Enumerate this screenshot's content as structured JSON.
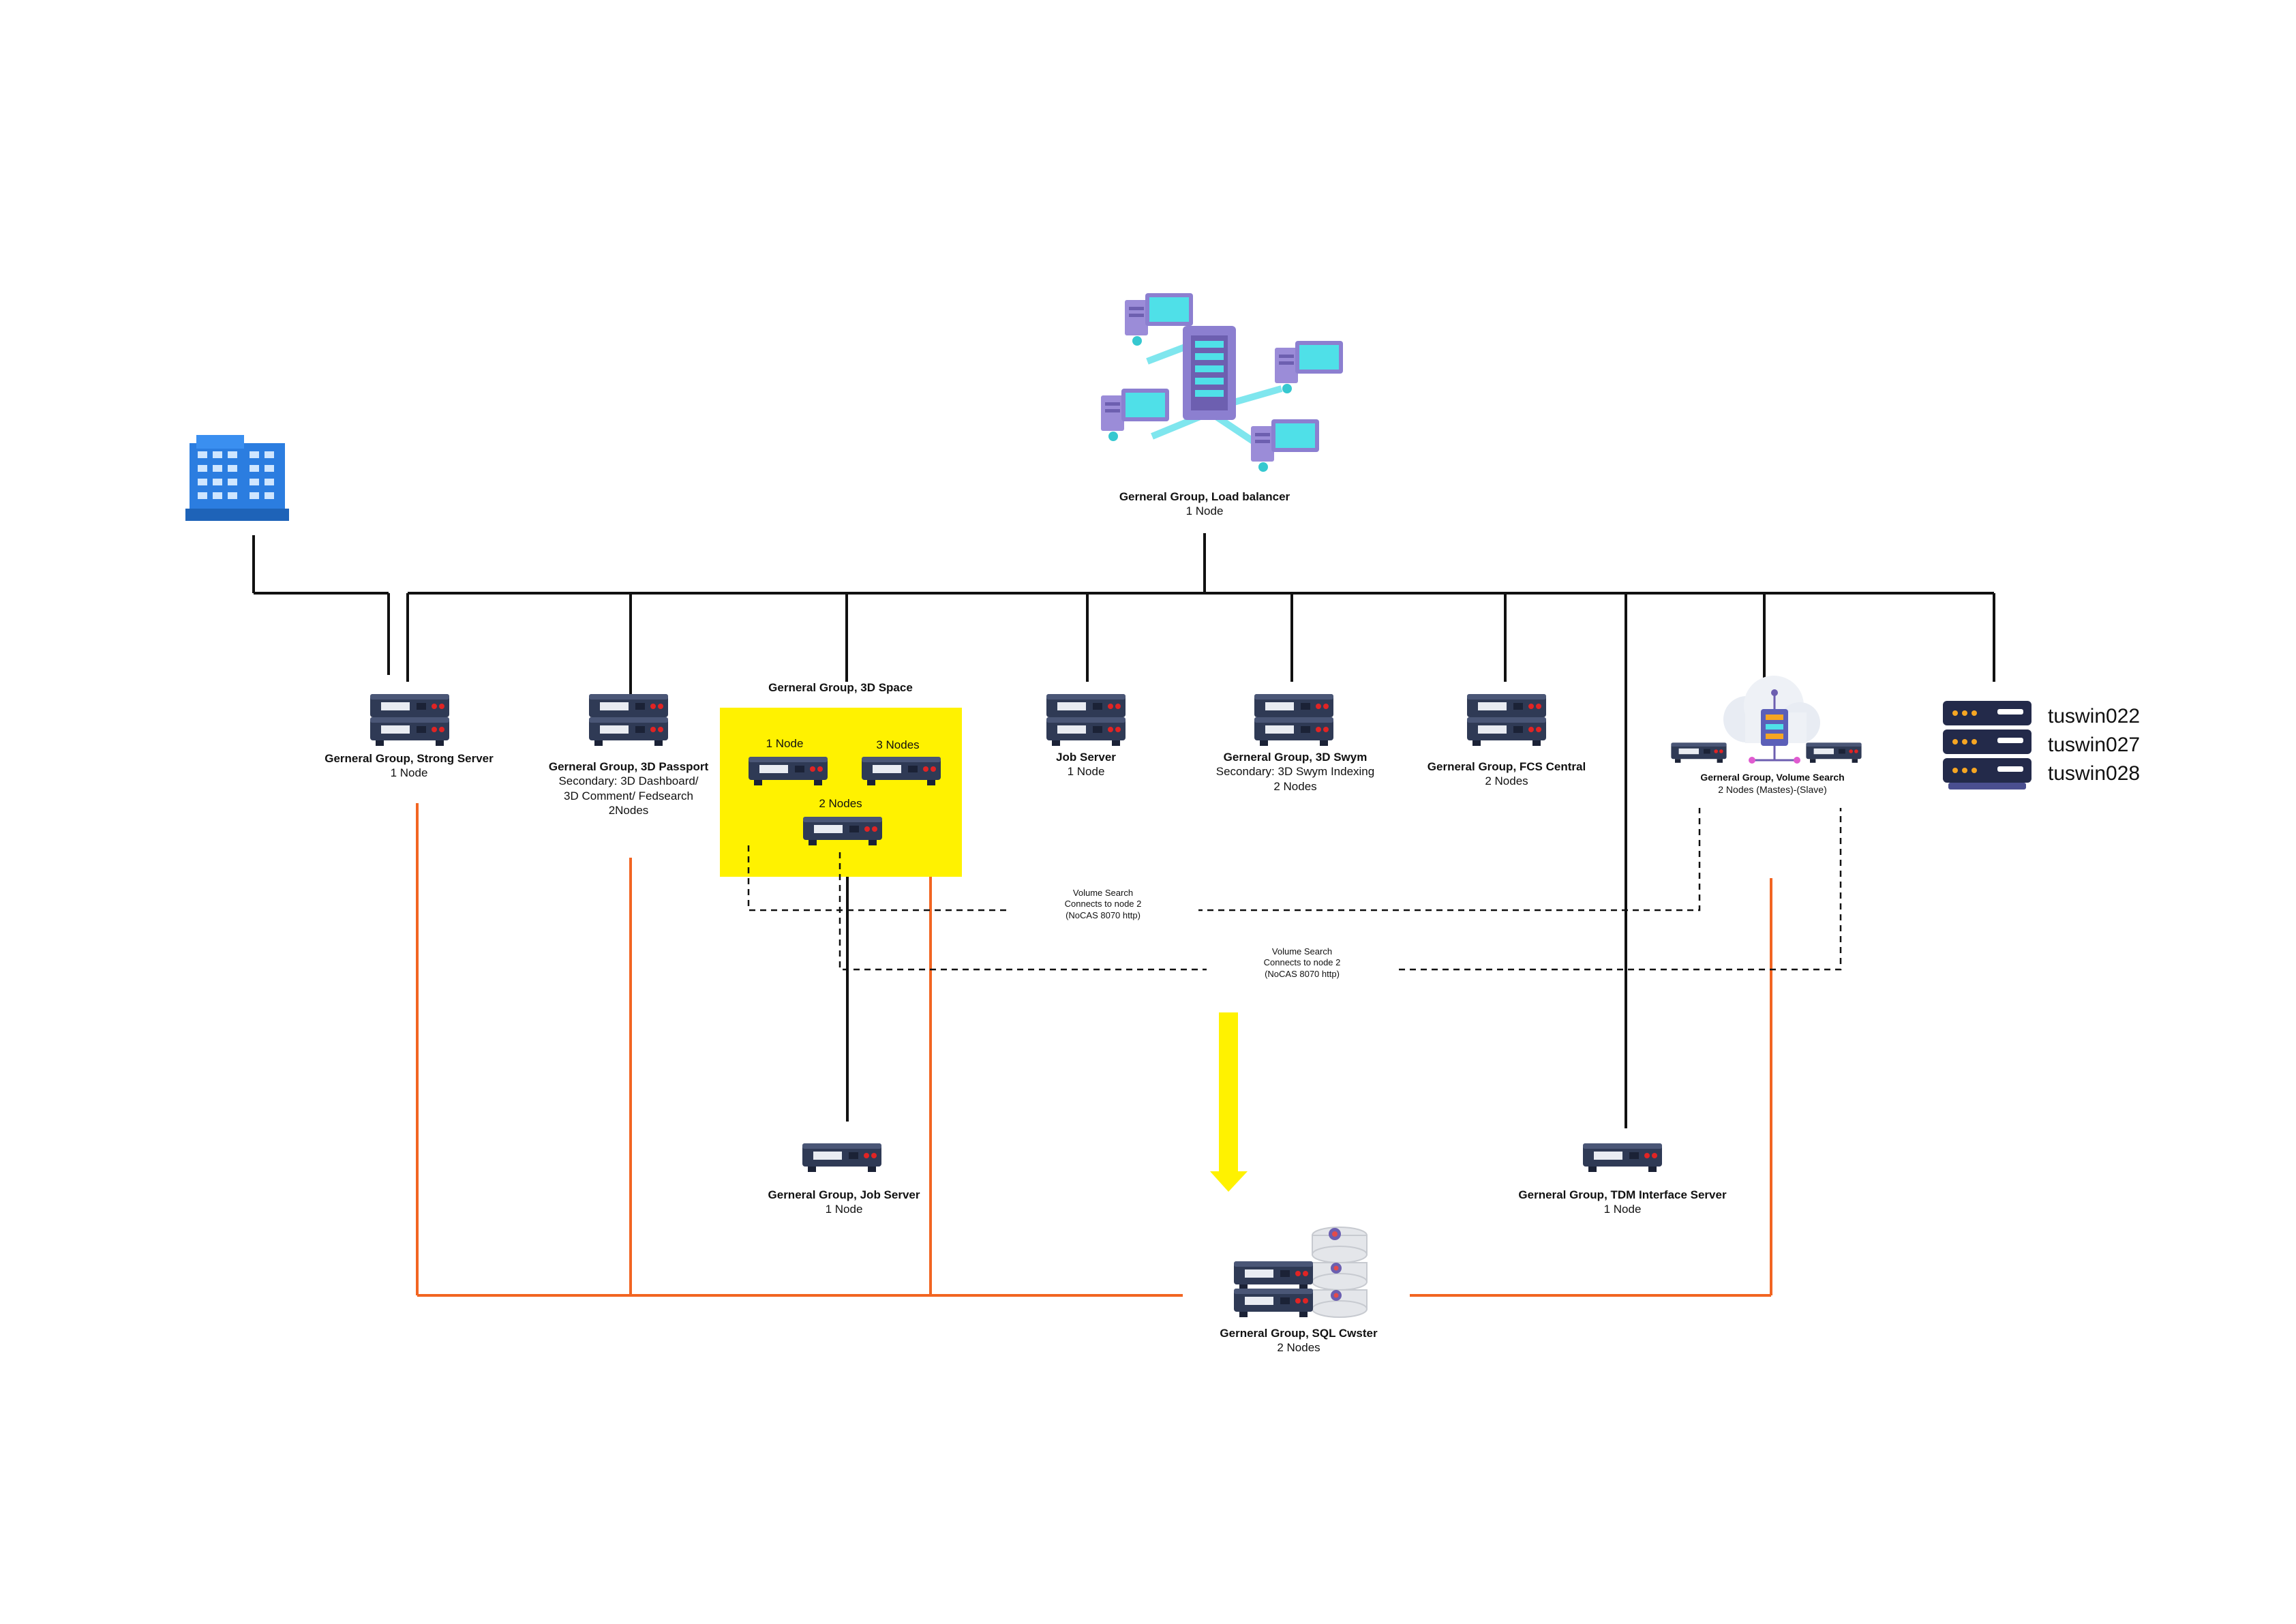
{
  "load_balancer": {
    "title": "Gerneral Group, Load balancer",
    "nodes": "1 Node"
  },
  "strong_server": {
    "title": "Gerneral Group, Strong Server",
    "nodes": "1 Node"
  },
  "passport": {
    "title": "Gerneral Group, 3D Passport",
    "line1": "Secondary: 3D Dashboard/",
    "line2": "3D Comment/ Fedsearch",
    "nodes": "2Nodes"
  },
  "space": {
    "title": "Gerneral Group, 3D Space",
    "node_a": "1 Node",
    "node_b": "3 Nodes",
    "node_c": "2 Nodes"
  },
  "job_server_top": {
    "title": "Job Server",
    "nodes": "1 Node"
  },
  "swym": {
    "title": "Gerneral Group, 3D Swym",
    "line1": "Secondary: 3D Swym Indexing",
    "nodes": "2 Nodes"
  },
  "fcs": {
    "title": "Gerneral Group, FCS  Central",
    "nodes": "2 Nodes"
  },
  "volume_search": {
    "title": "Gerneral Group, Volume Search",
    "nodes": "2 Nodes (Mastes)-(Slave)"
  },
  "servers": [
    "tuswin022",
    "tuswin027",
    "tuswin028"
  ],
  "link_upper": {
    "line1": "Volume Search",
    "line2": "Connects to node 2",
    "line3": "(NoCAS 8070 http)"
  },
  "link_lower": {
    "line1": "Volume Search",
    "line2": "Connects to node 2",
    "line3": "(NoCAS 8070 http)"
  },
  "job_server_bottom": {
    "title": "Gerneral Group, Job Server",
    "nodes": "1 Node"
  },
  "tdm": {
    "title": "Gerneral Group, TDM  Interface Server",
    "nodes": "1 Node"
  },
  "sql": {
    "title": "Gerneral Group, SQL Cwster",
    "nodes": "2 Nodes"
  },
  "colors": {
    "black_line": "#111111",
    "orange_line": "#f26522",
    "highlight": "#fff200",
    "arrow": "#fff200",
    "server_body": "#2f3a55"
  }
}
